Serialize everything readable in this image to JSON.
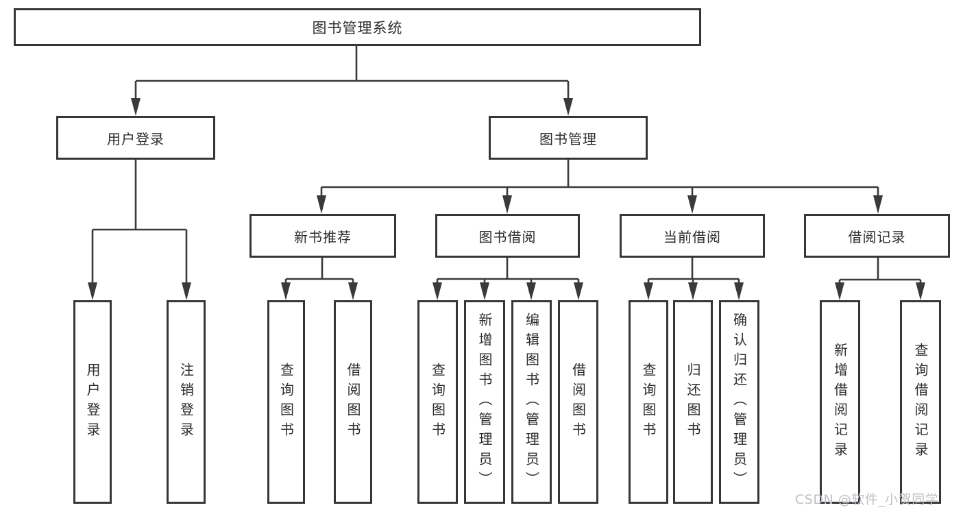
{
  "diagram": {
    "type": "hierarchy-tree",
    "root": {
      "label": "图书管理系统"
    },
    "level2": [
      {
        "label": "用户登录"
      },
      {
        "label": "图书管理"
      }
    ],
    "level3": [
      {
        "label": "新书推荐"
      },
      {
        "label": "图书借阅"
      },
      {
        "label": "当前借阅"
      },
      {
        "label": "借阅记录"
      }
    ],
    "leaves": {
      "user_login": [
        "用户登录",
        "注销登录"
      ],
      "new_book_recommend": [
        "查询图书",
        "借阅图书"
      ],
      "book_borrow": [
        "查询图书",
        "新增图书（管理员）",
        "编辑图书（管理员）",
        "借阅图书"
      ],
      "current_borrow": [
        "查询图书",
        "归还图书",
        "确认归还（管理员）"
      ],
      "borrow_record": [
        "新增借阅记录",
        "查询借阅记录"
      ]
    }
  },
  "colors": {
    "background": "#ffffff",
    "line": "#3a3a3a",
    "box_border": "#363636",
    "text": "#2d2d2d",
    "watermark": "#bdbfc4"
  },
  "watermark": {
    "text": "CSDN @软件_小贺同学"
  }
}
